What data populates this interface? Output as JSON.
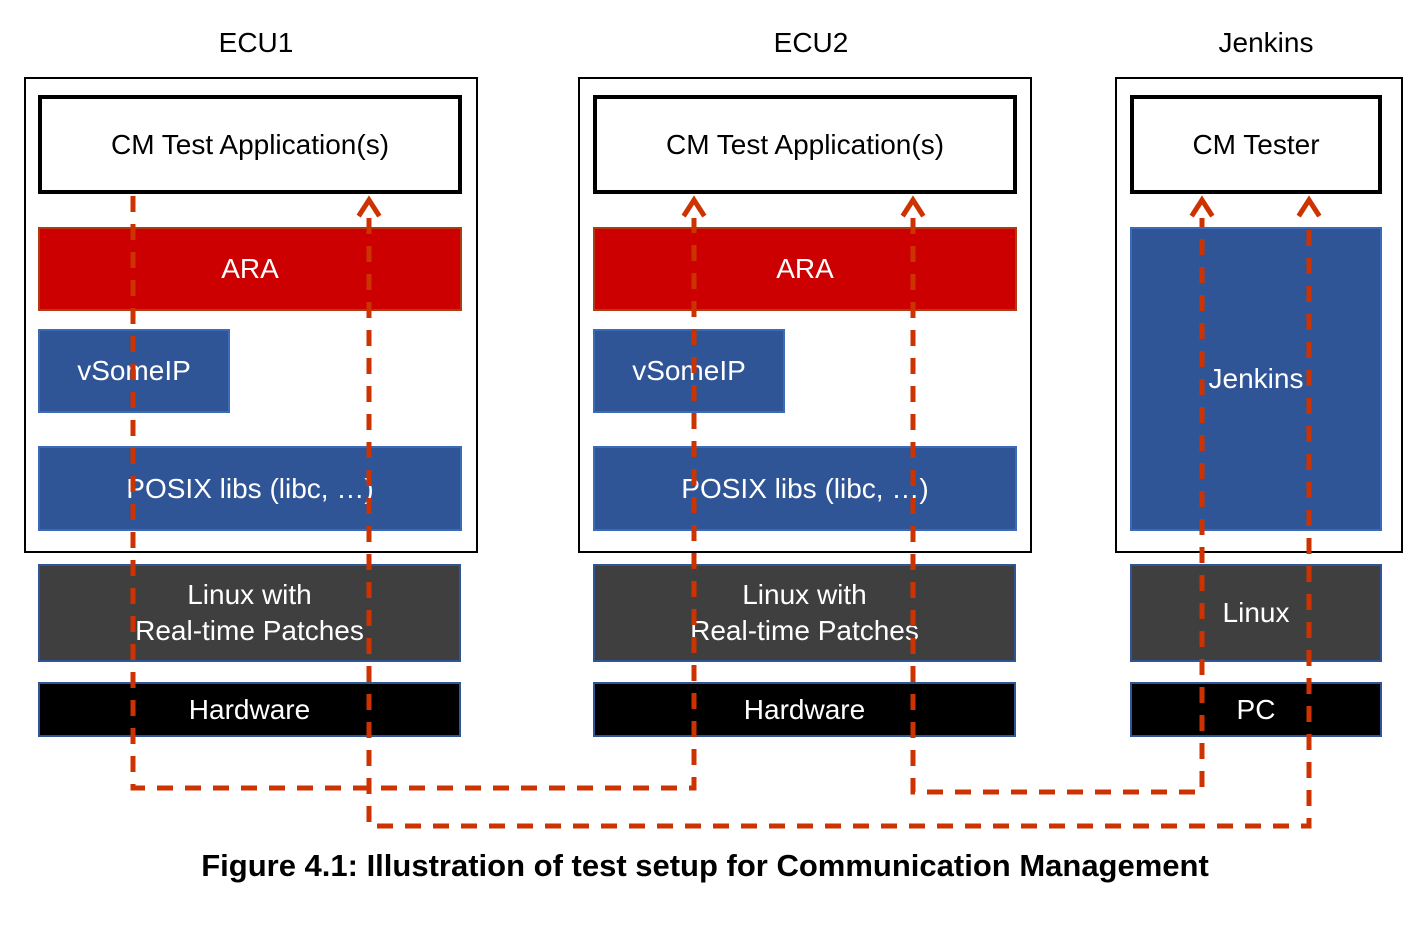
{
  "columns": {
    "ecu1": {
      "title": "ECU1",
      "app": "CM Test Application(s)",
      "ara": "ARA",
      "vsomeip": "vSomeIP",
      "posix": "POSIX libs (libc, …)",
      "os_line1": "Linux with",
      "os_line2": "Real-time Patches",
      "hardware": "Hardware"
    },
    "ecu2": {
      "title": "ECU2",
      "app": "CM Test Application(s)",
      "ara": "ARA",
      "vsomeip": "vSomeIP",
      "posix": "POSIX libs (libc, …)",
      "os_line1": "Linux with",
      "os_line2": "Real-time Patches",
      "hardware": "Hardware"
    },
    "jenkins": {
      "title": "Jenkins",
      "app": "CM Tester",
      "middleware": "Jenkins",
      "os": "Linux",
      "hardware": "PC"
    }
  },
  "caption": "Figure 4.1: Illustration of test setup for Communication Management",
  "colors": {
    "link": "#cc3300",
    "ara": "#cc0000",
    "blue": "#2f5597",
    "os": "#3f3f3f",
    "hardware": "#000000"
  }
}
